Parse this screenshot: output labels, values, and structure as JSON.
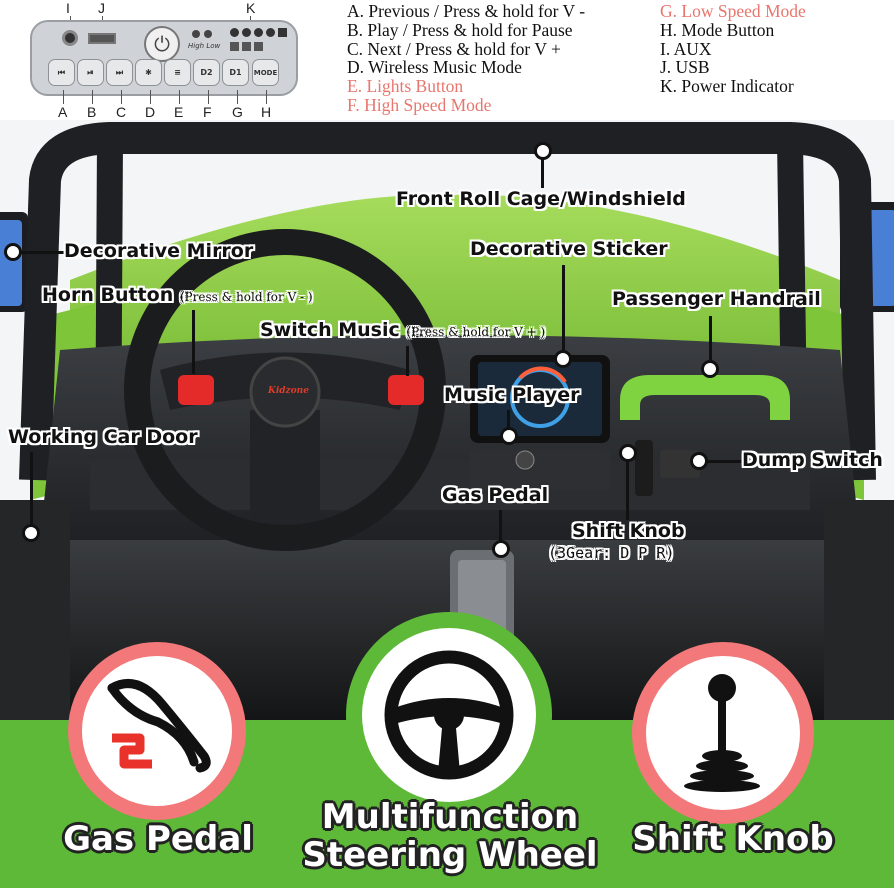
{
  "panel": {
    "top_labels": {
      "i": "I",
      "j": "J",
      "k": "K"
    },
    "speed_text": "High Low",
    "buttons": [
      {
        "letter": "A",
        "glyph": "⏮"
      },
      {
        "letter": "B",
        "glyph": "⏯"
      },
      {
        "letter": "C",
        "glyph": "⏭"
      },
      {
        "letter": "D",
        "glyph": "✱"
      },
      {
        "letter": "E",
        "glyph": "≡"
      },
      {
        "letter": "F",
        "glyph": "D2"
      },
      {
        "letter": "G",
        "glyph": "D1"
      },
      {
        "letter": "H",
        "glyph": "MODE"
      }
    ]
  },
  "legend": {
    "col1": [
      {
        "text": "A. Previous / Press & hold for V -",
        "highlight": false
      },
      {
        "text": "B. Play / Press & hold for Pause",
        "highlight": false
      },
      {
        "text": "C. Next / Press & hold for V +",
        "highlight": false
      },
      {
        "text": "D. Wireless Music Mode",
        "highlight": false
      },
      {
        "text": "E. Lights Button",
        "highlight": true
      },
      {
        "text": "F. High Speed Mode",
        "highlight": true
      }
    ],
    "col2": [
      {
        "text": "G. Low Speed Mode",
        "highlight": true
      },
      {
        "text": "H. Mode Button",
        "highlight": false
      },
      {
        "text": "I. AUX",
        "highlight": false
      },
      {
        "text": "J. USB",
        "highlight": false
      },
      {
        "text": "K. Power Indicator",
        "highlight": false
      }
    ]
  },
  "callouts": {
    "roll_cage": "Front Roll Cage/Windshield",
    "mirror": "Decorative Mirror",
    "sticker": "Decorative Sticker",
    "horn": "Horn Button",
    "horn_note": "(Press & hold for V - )",
    "handrail": "Passenger Handrail",
    "switch_music": "Switch Music",
    "switch_note": "(Press & hold for V + )",
    "music_player": "Music Player",
    "door": "Working Car Door",
    "dump": "Dump Switch",
    "gas": "Gas Pedal",
    "shift": "Shift Knob",
    "shift_note": "(3Gear: D P R)",
    "wheel_logo": "Kidzone"
  },
  "bottom": {
    "left_title": "Gas Pedal",
    "center_title_1": "Multifunction",
    "center_title_2": "Steering Wheel",
    "right_title": "Shift Knob"
  },
  "colors": {
    "accent_green": "#5db937",
    "car_green": "#7fc53a",
    "highlight_red": "#e8756d",
    "pink_ring": "#f2787a"
  }
}
